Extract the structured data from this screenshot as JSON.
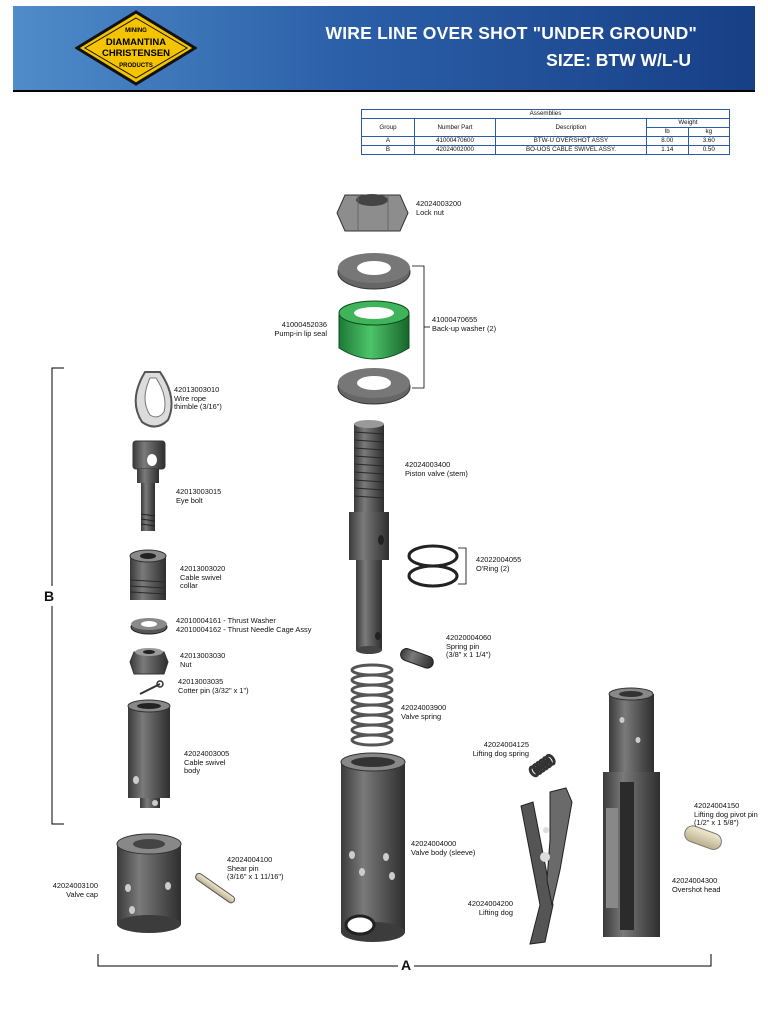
{
  "header": {
    "logo_text": [
      "MINING",
      "DIAMANTINA",
      "CHRISTENSEN",
      "PRODUCTS"
    ],
    "title": "WIRE LINE OVER SHOT \"UNDER GROUND\"",
    "subtitle": "SIZE: BTW W/L-U"
  },
  "assemblies": {
    "caption": "Assemblies",
    "headers": {
      "group": "Group",
      "number_part": "Number Part",
      "description": "Description",
      "weight": "Weight",
      "lb": "lb",
      "kg": "kg"
    },
    "rows": [
      {
        "group": "A",
        "number": "41000470600",
        "description": "BTW-U OVERSHOT ASSY",
        "lb": "8.00",
        "kg": "3.60"
      },
      {
        "group": "B",
        "number": "42024002000",
        "description": "BO-UOS CABLE SWIVEL ASSY.",
        "lb": "1.14",
        "kg": "0.50"
      }
    ]
  },
  "parts": {
    "lock_nut": {
      "number": "42024003200",
      "name": "Lock nut"
    },
    "backup_washer": {
      "number": "41000470655",
      "name": "Back-up washer (2)"
    },
    "pump_in_lip_seal": {
      "number": "41000452036",
      "name": "Pump-in lip seal"
    },
    "wire_rope_thimble": {
      "number": "42013003010",
      "name": "Wire rope",
      "name2": "thimble (3/16\")"
    },
    "eye_bolt": {
      "number": "42013003015",
      "name": "Eye bolt"
    },
    "cable_swivel_collar": {
      "number": "42013003020",
      "name": "Cable swivel",
      "name2": "collar"
    },
    "thrust_washer": "42010004161 - Thrust Washer",
    "thrust_needle": "42010004162 - Thrust Needle Cage Assy",
    "nut": {
      "number": "42013003030",
      "name": "Nut"
    },
    "cotter_pin": {
      "number": "42013003035",
      "name": "Cotter pin (3/32\" x 1\")"
    },
    "cable_swivel_body": {
      "number": "42024003005",
      "name": "Cable swivel",
      "name2": "body"
    },
    "piston_valve": {
      "number": "42024003400",
      "name": "Piston valve (stem)"
    },
    "o_ring": {
      "number": "42022004055",
      "name": "O'Ring (2)"
    },
    "spring_pin": {
      "number": "42020004060",
      "name": "Spring pin",
      "name2": "(3/8\" x 1 1/4\")"
    },
    "valve_spring": {
      "number": "42024003900",
      "name": "Valve spring"
    },
    "lifting_dog_spring": {
      "number": "42024004125",
      "name": "Lifting dog spring"
    },
    "valve_cap": {
      "number": "42024003100",
      "name": "Valve cap"
    },
    "shear_pin": {
      "number": "42024004100",
      "name": "Shear pin",
      "name2": "(3/16\" x 1 11/16\")"
    },
    "valve_body": {
      "number": "42024004000",
      "name": "Valve body (sleeve)"
    },
    "lifting_dog": {
      "number": "42024004200",
      "name": "Lifting dog"
    },
    "lifting_dog_pivot_pin": {
      "number": "42024004150",
      "name": "Lifting dog pivot pin",
      "name2": "(1/2\" x 1 5/8\")"
    },
    "overshot_head": {
      "number": "42024004300",
      "name": "Overshot head"
    }
  },
  "dimensions": {
    "b_label": "B",
    "a_label": "A"
  },
  "colors": {
    "header_blue": "#2b5fa8",
    "logo_yellow": "#f5c400",
    "seal_green": "#2fa84f",
    "part_gray": "#5a5a5a"
  }
}
